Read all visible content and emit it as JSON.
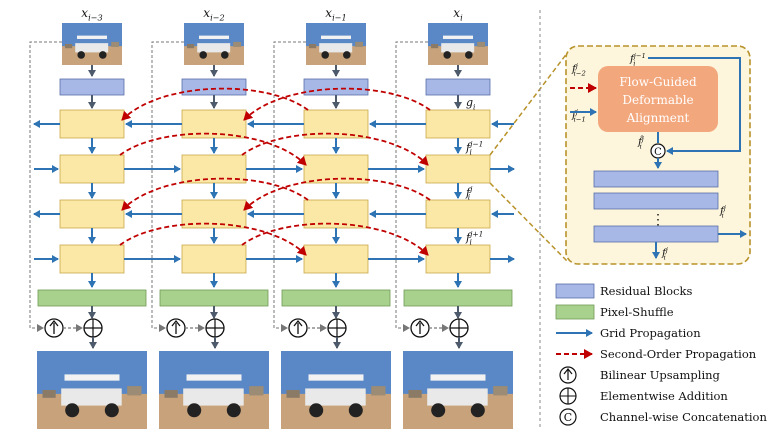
{
  "frames": [
    {
      "id": "x_i_minus_3",
      "base": "x",
      "sub": "i−3"
    },
    {
      "id": "x_i_minus_2",
      "base": "x",
      "sub": "i−2"
    },
    {
      "id": "x_i_minus_1",
      "base": "x",
      "sub": "i−1"
    },
    {
      "id": "x_i",
      "base": "x",
      "sub": "i"
    }
  ],
  "main_labels": {
    "g": {
      "base": "g",
      "sub": "i"
    },
    "f_prev": {
      "base": "f",
      "sub": "i",
      "sup": "j−1"
    },
    "f_cur": {
      "base": "f",
      "sub": "i",
      "sup": "j"
    },
    "f_next": {
      "base": "f",
      "sub": "i",
      "sup": "j+1"
    }
  },
  "detail": {
    "module_title": [
      "Flow-Guided",
      "Deformable",
      "Alignment"
    ],
    "in_top": {
      "base": "f",
      "sub": "i",
      "sup": "j−1"
    },
    "in_second": {
      "base": "f",
      "sub": "i−2",
      "sup": "j"
    },
    "in_first": {
      "base": "f",
      "sub": "i−1",
      "sup": "j"
    },
    "aligned": {
      "base": "f̂",
      "sub": "i",
      "sup": "j"
    },
    "concat_symbol": "C",
    "dots": "⋮",
    "side_out": {
      "base": "f",
      "sub": "i",
      "sup": "j"
    },
    "bottom_out": {
      "base": "f",
      "sub": "i",
      "sup": "j"
    }
  },
  "legend": [
    {
      "key": "residual",
      "label": "Residual Blocks"
    },
    {
      "key": "pixelshuffle",
      "label": "Pixel-Shuffle"
    },
    {
      "key": "grid",
      "label": "Grid Propagation"
    },
    {
      "key": "second",
      "label": "Second-Order Propagation"
    },
    {
      "key": "upsample",
      "label": "Bilinear Upsampling"
    },
    {
      "key": "add",
      "label": "Elementwise Addition"
    },
    {
      "key": "concat",
      "label": "Channel-wise Concatenation"
    }
  ],
  "colors": {
    "residual_fill": "#a7b7e6",
    "residual_stroke": "#5a6fa8",
    "prop_fill": "#fbe8a6",
    "prop_stroke": "#c9a74a",
    "shuffle_fill": "#a9d18e",
    "shuffle_stroke": "#6e9a55",
    "fgda_fill": "#f3a77d",
    "grid_arrow": "#2e74b5",
    "second_arrow": "#c00000",
    "down_arrow": "#4d5a6b",
    "detail_bg": "#fdf6dc",
    "detail_border": "#b8922a",
    "photo_sky": "#5a87c5",
    "photo_ground": "#c8a27a"
  },
  "icons": {
    "upsample": "up-arrow-circle-icon",
    "add": "circle-plus-icon",
    "concat": "circle-c-icon"
  }
}
